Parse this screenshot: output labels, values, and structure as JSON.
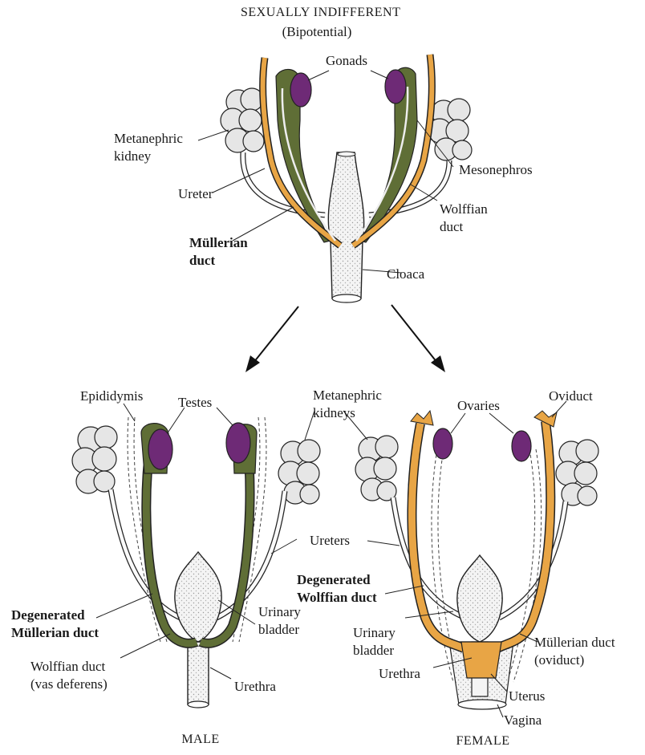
{
  "top": {
    "title": "SEXUALLY INDIFFERENT",
    "subtitle": "(Bipotential)",
    "labels": {
      "gonads": "Gonads",
      "metanephric_kidney": "Metanephric\nkidney",
      "ureter": "Ureter",
      "mullerian_duct": "Müllerian\nduct",
      "mesonephros": "Mesonephros",
      "wolffian_duct": "Wolffian\nduct",
      "cloaca": "Cloaca"
    }
  },
  "male": {
    "title": "MALE",
    "labels": {
      "epididymis": "Epididymis",
      "testes": "Testes",
      "degenerated_mullerian_duct": "Degenerated\nMüllerian duct",
      "wolffian_duct": "Wolffian duct\n(vas deferens)",
      "urinary_bladder": "Urinary\nbladder",
      "urethra": "Urethra"
    }
  },
  "shared": {
    "metanephric_kidneys": "Metanephric\nkidneys",
    "ureters": "Ureters"
  },
  "female": {
    "title": "FEMALE",
    "labels": {
      "ovaries": "Ovaries",
      "oviduct": "Oviduct",
      "degenerated_wolffian_duct": "Degenerated\nWolffian duct",
      "urinary_bladder": "Urinary\nbladder",
      "urethra": "Urethra",
      "mullerian_duct": "Müllerian duct\n(oviduct)",
      "uterus": "Uterus",
      "vagina": "Vagina"
    }
  },
  "colors": {
    "mullerian_green": "#5f6e36",
    "wolffian_orange": "#e8a545",
    "gonad_purple": "#6e2a76",
    "kidney_gray": "#cfcfcf",
    "outline": "#1a1a1a"
  }
}
